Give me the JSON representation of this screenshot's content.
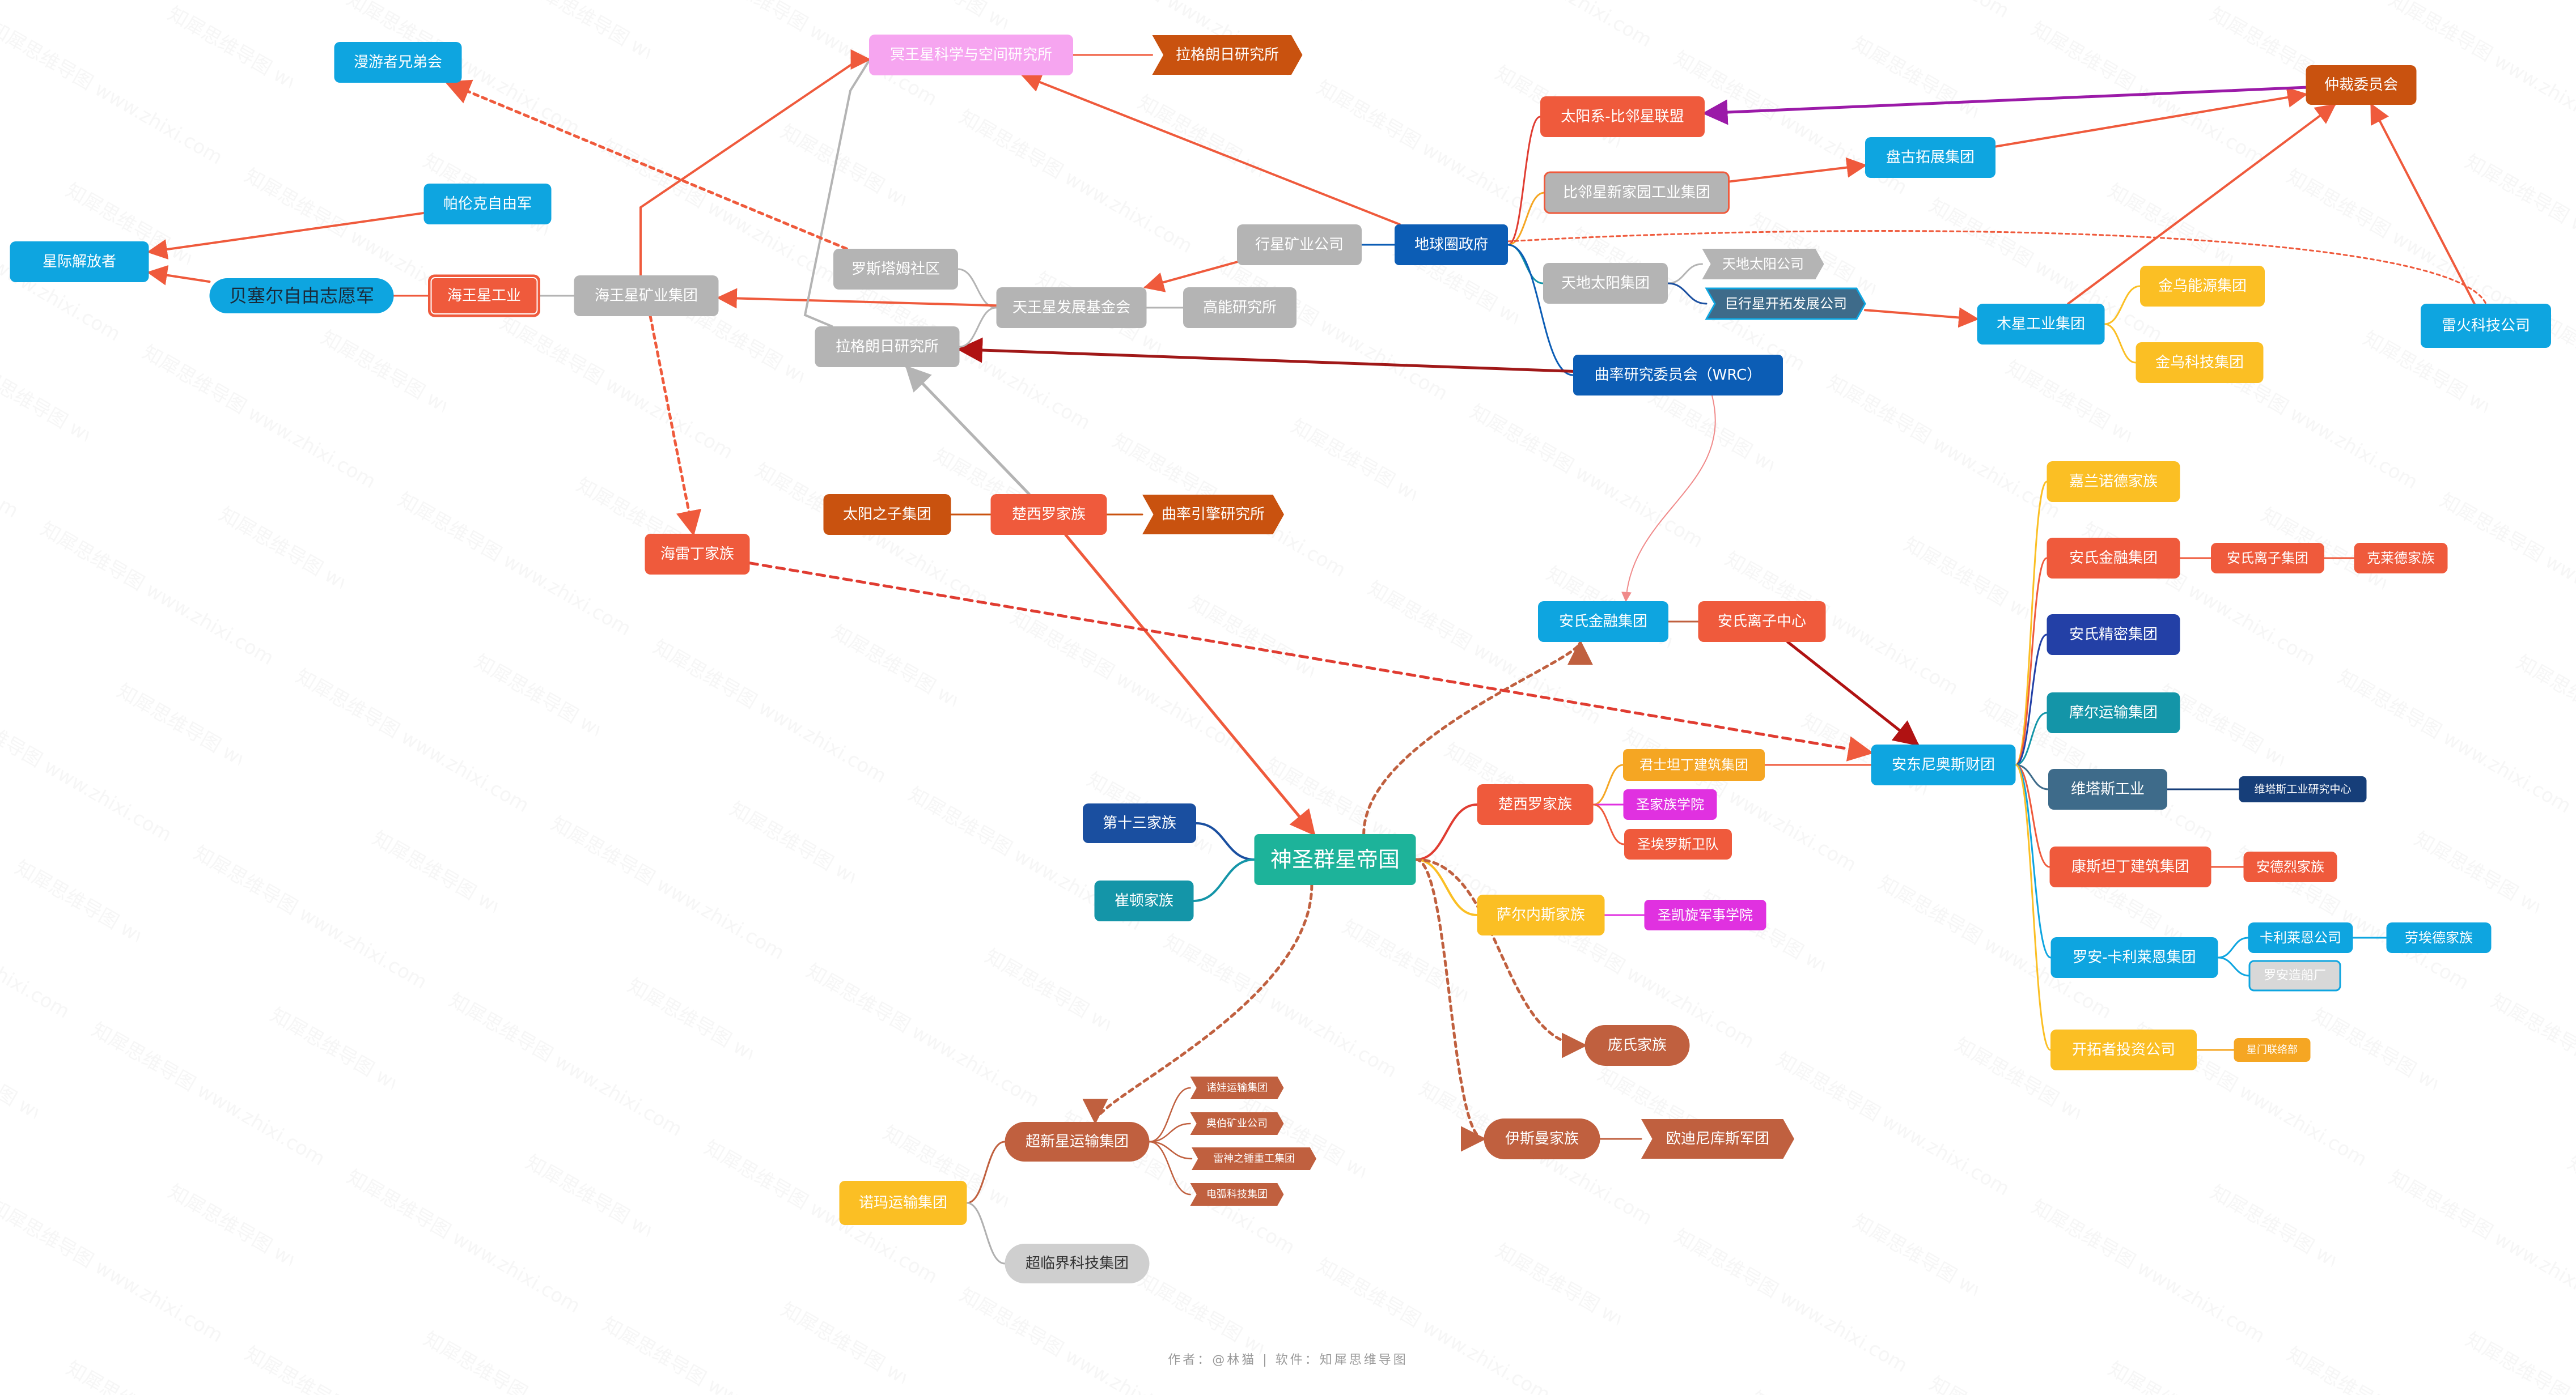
{
  "footer": "作者：@林猫 | 软件：知犀思维导图",
  "colors": {
    "root": "#1db39a",
    "blue": "#0ea5e0",
    "gray": "#b4b4b4",
    "orange": "#ef5a3c",
    "navy": "#1a4fa0",
    "darkblue": "#0c5db5",
    "brown": "#c0603f",
    "darkorange": "#c9520f",
    "yellow": "#fbbf24",
    "pink": "#f6a5f0",
    "magenta": "#e031e0",
    "teal": "#1495a8",
    "slate": "#3e6b8a",
    "indigo": "#2340a6",
    "lightgray": "#cfcfcf"
  },
  "nodes": [
    {
      "id": "root",
      "label": "神圣群星帝国",
      "style": "root"
    },
    {
      "id": "n13",
      "label": "第十三家族",
      "style": "navy"
    },
    {
      "id": "cuidun",
      "label": "崔顿家族",
      "style": "teal"
    },
    {
      "id": "chuxiluo_b",
      "label": "楚西罗家族",
      "style": "orange"
    },
    {
      "id": "juntan",
      "label": "君士坦丁建筑集团",
      "style": "yellow_o"
    },
    {
      "id": "shengjia",
      "label": "圣家族学院",
      "style": "magenta"
    },
    {
      "id": "shengai",
      "label": "圣埃罗斯卫队",
      "style": "orange"
    },
    {
      "id": "saer",
      "label": "萨尔内斯家族",
      "style": "yellow"
    },
    {
      "id": "shengkai",
      "label": "圣凯旋军事学院",
      "style": "magenta"
    },
    {
      "id": "pang",
      "label": "庞氏家族",
      "style": "brown"
    },
    {
      "id": "yisi",
      "label": "伊斯曼家族",
      "style": "brown"
    },
    {
      "id": "oudi",
      "label": "欧迪尼库斯军团",
      "style": "brown_arrow"
    },
    {
      "id": "chaoxin",
      "label": "超新星运输集团",
      "style": "brown"
    },
    {
      "id": "nuoma",
      "label": "诺玛运输集团",
      "style": "yellow"
    },
    {
      "id": "chaolin",
      "label": "超临界科技集团",
      "style": "lightgray"
    },
    {
      "id": "s1",
      "label": "诸娃运输集团",
      "style": "brown_small"
    },
    {
      "id": "s2",
      "label": "奥伯矿业公司",
      "style": "brown_small"
    },
    {
      "id": "s3",
      "label": "雷神之锤重工集团",
      "style": "brown_small"
    },
    {
      "id": "s4",
      "label": "电弧科技集团",
      "style": "brown_small"
    },
    {
      "id": "anshi_fin",
      "label": "安氏金融集团",
      "style": "blue"
    },
    {
      "id": "anshi_ion",
      "label": "安氏离子中心",
      "style": "orange"
    },
    {
      "id": "andong",
      "label": "安东尼奥斯财团",
      "style": "blue"
    },
    {
      "id": "jialan",
      "label": "嘉兰诺德家族",
      "style": "yellow"
    },
    {
      "id": "anshi_fin2",
      "label": "安氏金融集团",
      "style": "orange"
    },
    {
      "id": "anshi_lizi",
      "label": "安氏离子集团",
      "style": "orange"
    },
    {
      "id": "kelai",
      "label": "克莱德家族",
      "style": "orange"
    },
    {
      "id": "anshi_jing",
      "label": "安氏精密集团",
      "style": "indigo"
    },
    {
      "id": "moer",
      "label": "摩尔运输集团",
      "style": "teal"
    },
    {
      "id": "weita",
      "label": "维塔斯工业",
      "style": "slate"
    },
    {
      "id": "weita_yj",
      "label": "维塔斯工业研究中心",
      "style": "navy_small"
    },
    {
      "id": "kangsi",
      "label": "康斯坦丁建筑集团",
      "style": "orange"
    },
    {
      "id": "andeli",
      "label": "安德烈家族",
      "style": "orange"
    },
    {
      "id": "luoan",
      "label": "罗安-卡利莱恩集团",
      "style": "blue"
    },
    {
      "id": "kali",
      "label": "卡利莱恩公司",
      "style": "blue"
    },
    {
      "id": "laoai",
      "label": "劳埃德家族",
      "style": "blue"
    },
    {
      "id": "luoan_ship",
      "label": "罗安造船厂",
      "style": "lightgray_b"
    },
    {
      "id": "kaituo",
      "label": "开拓者投资公司",
      "style": "yellow"
    },
    {
      "id": "xingmen",
      "label": "星门联络部",
      "style": "yellow_small"
    },
    {
      "id": "chuxiluo_t",
      "label": "楚西罗家族",
      "style": "orange"
    },
    {
      "id": "taiyang_zi",
      "label": "太阳之子集团",
      "style": "darkorange"
    },
    {
      "id": "qulv_yj",
      "label": "曲率引擎研究所",
      "style": "darkorange_arrow"
    },
    {
      "id": "haileiding",
      "label": "海雷丁家族",
      "style": "orange"
    },
    {
      "id": "diqiu",
      "label": "地球圈政府",
      "style": "darkblue"
    },
    {
      "id": "xingxing",
      "label": "行星矿业公司",
      "style": "gray"
    },
    {
      "id": "taiyang_bl",
      "label": "太阳系-比邻星联盟",
      "style": "orange"
    },
    {
      "id": "bilin",
      "label": "比邻星新家园工业集团",
      "style": "gray_o"
    },
    {
      "id": "tiandi",
      "label": "天地太阳集团",
      "style": "gray"
    },
    {
      "id": "tiandi_gs",
      "label": "天地太阳公司",
      "style": "gray_arrow"
    },
    {
      "id": "juxing",
      "label": "巨行星开拓发展公司",
      "style": "slate_arrow"
    },
    {
      "id": "qulv_wrc",
      "label": "曲率研究委员会（WRC）",
      "style": "darkblue"
    },
    {
      "id": "pangu",
      "label": "盘古拓展集团",
      "style": "blue"
    },
    {
      "id": "zhongcai",
      "label": "仲裁委员会",
      "style": "darkorange"
    },
    {
      "id": "muxing",
      "label": "木星工业集团",
      "style": "blue"
    },
    {
      "id": "jinwu_ny",
      "label": "金乌能源集团",
      "style": "yellow"
    },
    {
      "id": "jinwu_kj",
      "label": "金乌科技集团",
      "style": "yellow"
    },
    {
      "id": "leihuo",
      "label": "雷火科技公司",
      "style": "blue"
    },
    {
      "id": "mingwang",
      "label": "冥王星科学与空间研究所",
      "style": "pink"
    },
    {
      "id": "lage_top",
      "label": "拉格朗日研究所",
      "style": "darkorange_arrow"
    },
    {
      "id": "tianwang",
      "label": "天王星发展基金会",
      "style": "gray"
    },
    {
      "id": "gaoneng",
      "label": "高能研究所",
      "style": "gray"
    },
    {
      "id": "luosi",
      "label": "罗斯塔姆社区",
      "style": "gray"
    },
    {
      "id": "lage_mid",
      "label": "拉格朗日研究所",
      "style": "gray"
    },
    {
      "id": "haiwang_ky",
      "label": "海王星矿业集团",
      "style": "gray"
    },
    {
      "id": "haiwang_gy",
      "label": "海王星工业",
      "style": "orange_o"
    },
    {
      "id": "beisai",
      "label": "贝塞尔自由志愿军",
      "style": "blue_round"
    },
    {
      "id": "palun",
      "label": "帕伦克自由军",
      "style": "blue"
    },
    {
      "id": "xingji",
      "label": "星际解放者",
      "style": "blue"
    },
    {
      "id": "manyou",
      "label": "漫游者兄弟会",
      "style": "blue"
    }
  ]
}
